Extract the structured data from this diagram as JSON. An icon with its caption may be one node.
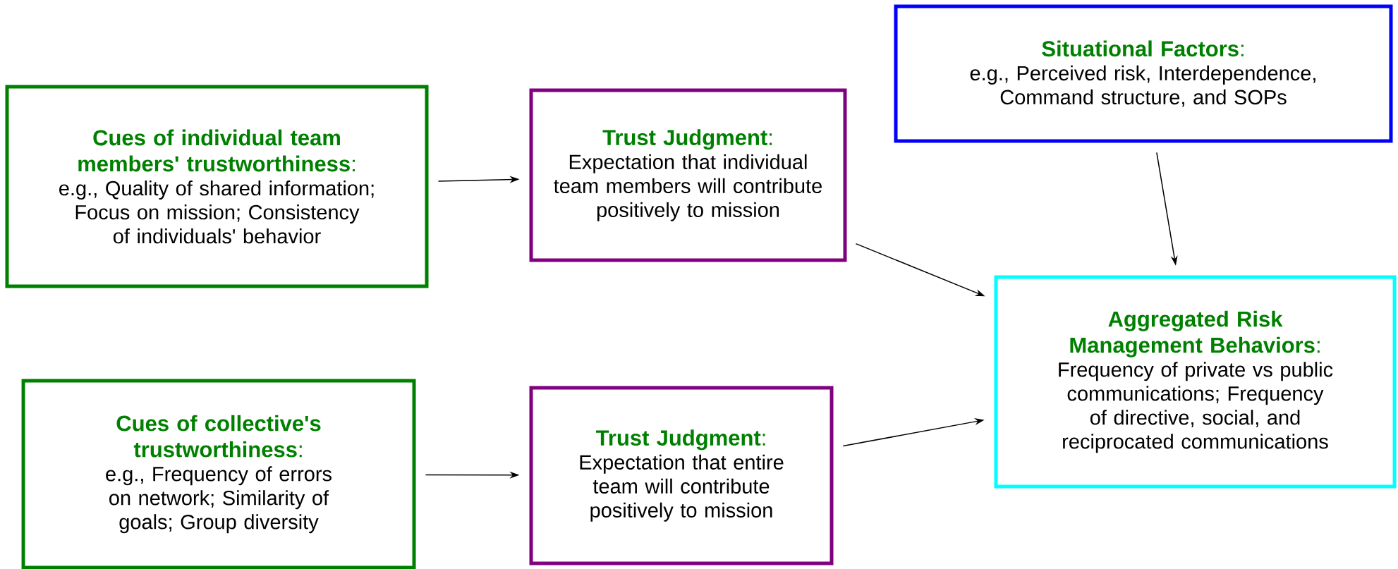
{
  "diagram": {
    "nodes": [
      {
        "text": [
          "**Cues of individual team members' trustworthiness**:",
          "e.g., Quality of shared information; Focus on mission; Consistency of individuals' behavior"
        ]
      },
      {
        "text": [
          "**Trust Judgment**:",
          "Expectation that individual team members will contribute positively to mission"
        ]
      },
      {
        "text": [
          "**Situational Factors**:",
          "e.g., Perceived risk, Interdependence, Command structure, and SOPs"
        ]
      },
      {
        "text": [
          "**Aggregated Risk Management Behaviors**:",
          "Frequency of private vs public communications; Frequency of directive, social, and reciprocated communications"
        ]
      },
      {
        "text": [
          "**Cues of collective's trustworthiness**:",
          "e.g., Frequency of errors on network; Similarity of goals; Group diversity"
        ]
      },
      {
        "text": [
          "**Trust Judgment**:",
          "Expectation that entire team will contribute positively to mission"
        ]
      }
    ],
    "edges": [
      {
        "from": 0,
        "to": 1,
        "arrow": "to"
      },
      {
        "from": 1,
        "to": 3,
        "arrow": "to"
      },
      {
        "from": 2,
        "to": 3,
        "arrow": "to"
      },
      {
        "from": 4,
        "to": 5,
        "arrow": "to"
      },
      {
        "from": 5,
        "to": 3,
        "arrow": "to"
      }
    ]
  }
}
